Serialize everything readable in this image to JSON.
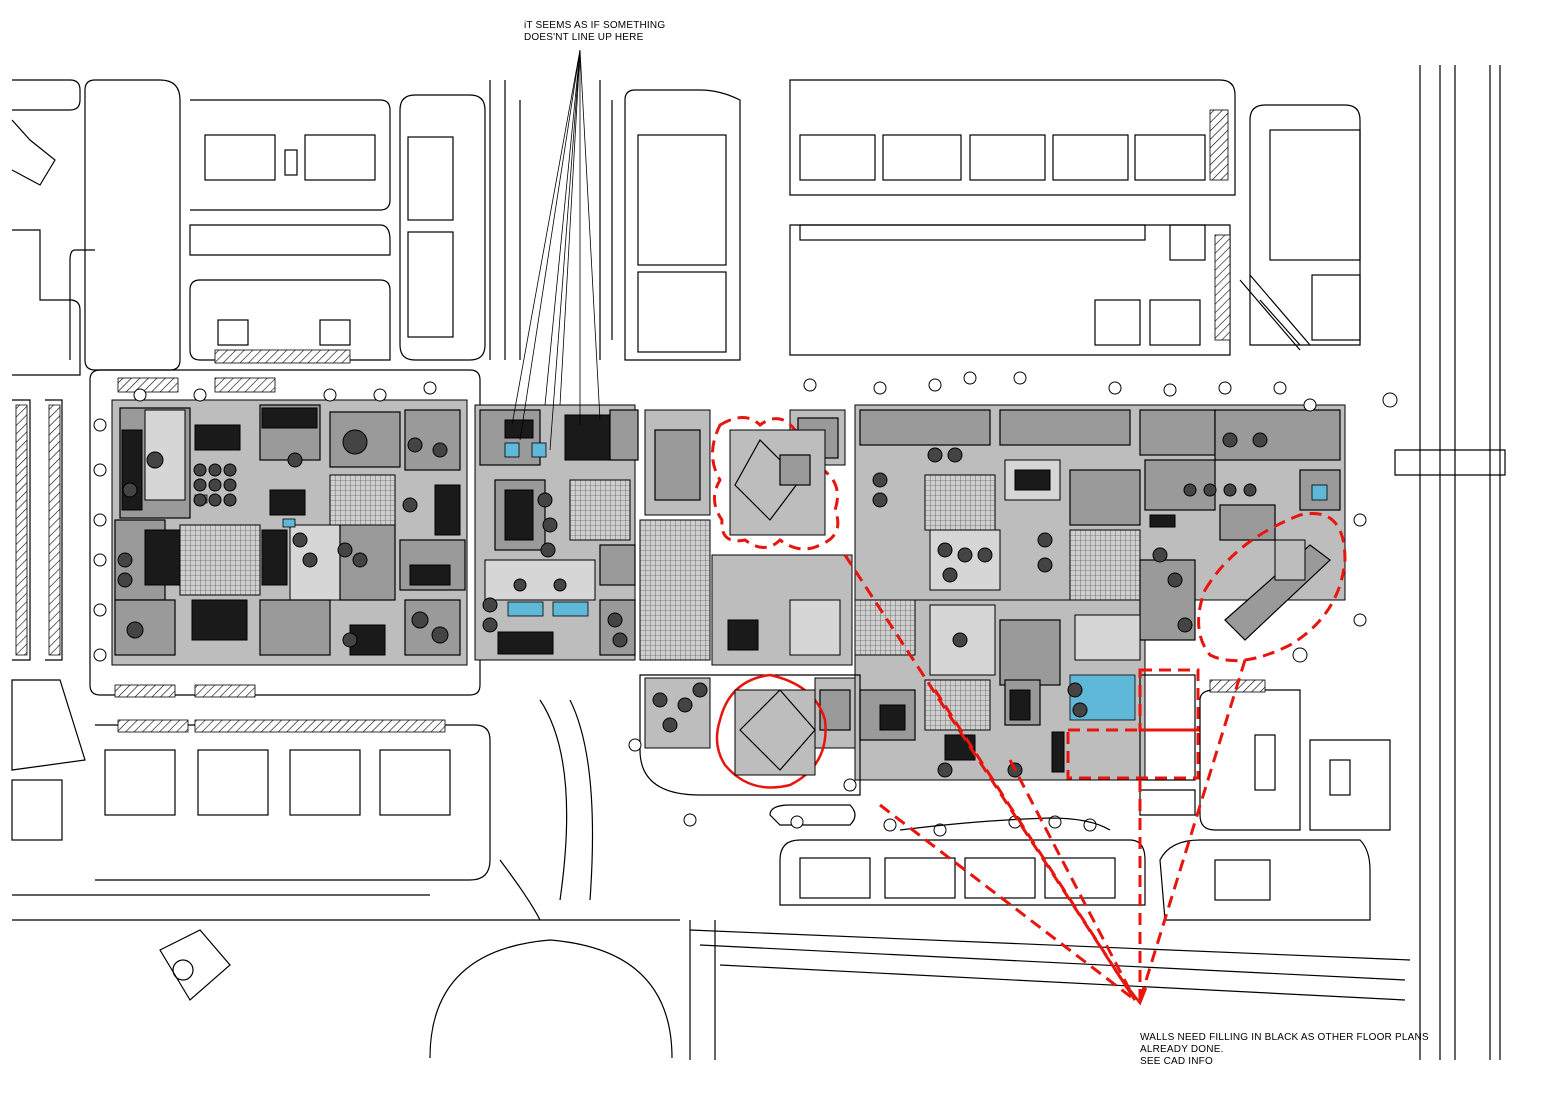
{
  "annotations": {
    "top_note": [
      "iT SEEMS AS IF SOMETHING",
      "DOES'NT LINE UP HERE"
    ],
    "bottom_note": [
      "WALLS NEED FILLING IN BLACK AS OTHER FLOOR PLANS",
      "ALREADY DONE.",
      "SEE CAD INFO"
    ]
  },
  "colors": {
    "markup_red": "#e8150f",
    "linework": "#000000",
    "building_fill": "#9a9a9a",
    "pool": "#5fb8d8"
  }
}
